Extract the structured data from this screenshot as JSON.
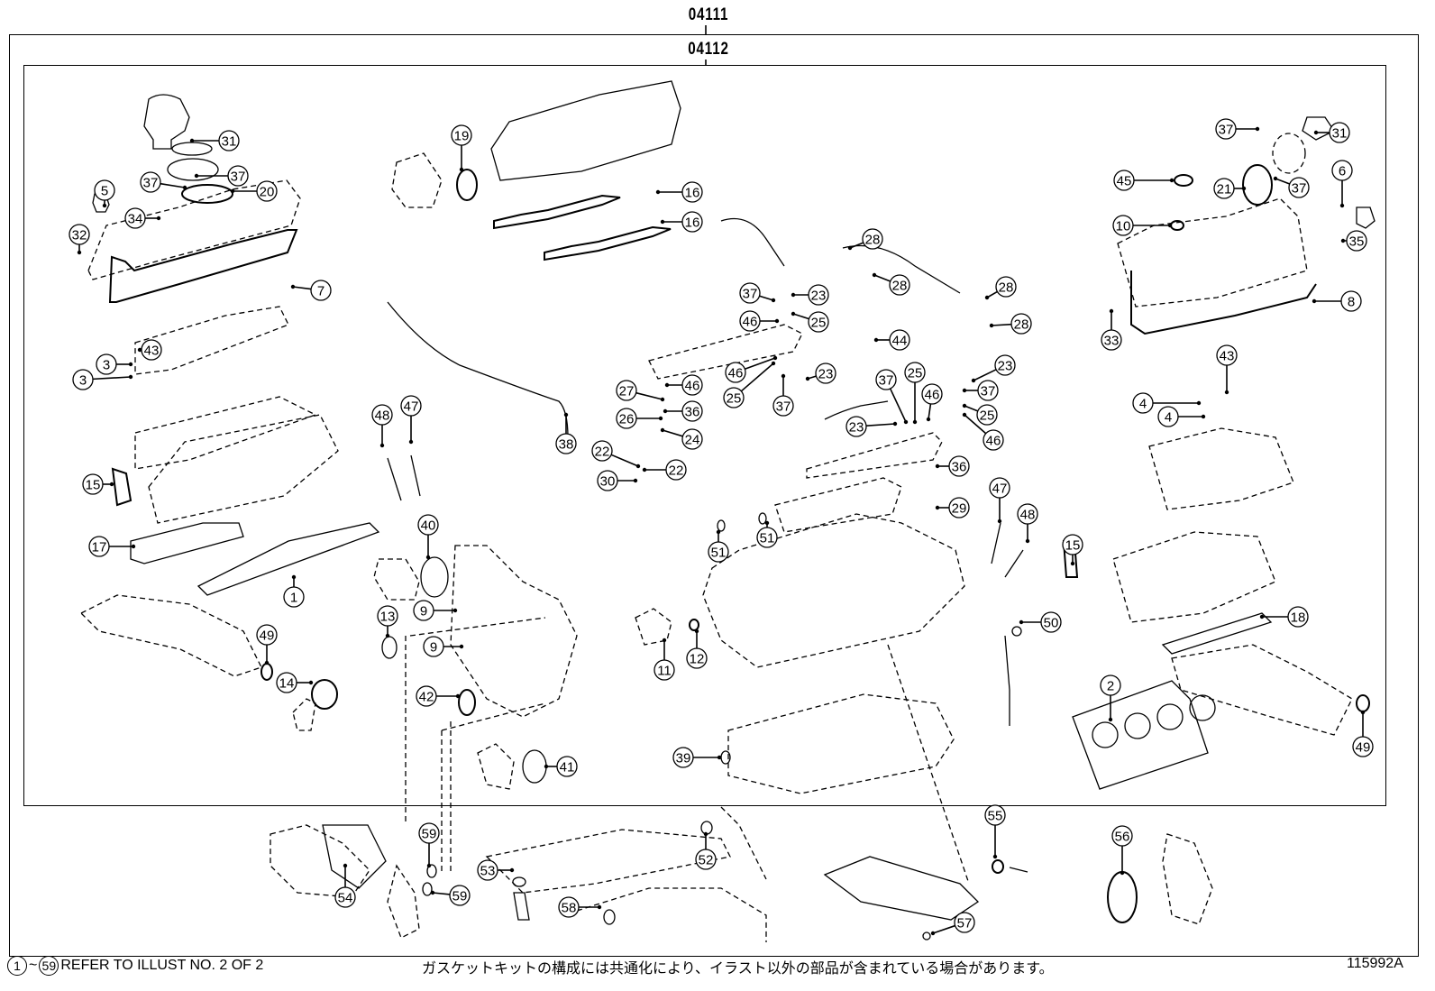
{
  "diagram": {
    "top_group_code": "04111",
    "sub_group_code": "04112",
    "footer": {
      "range_start": "1",
      "range_separator": "~",
      "range_end": "59",
      "refer_text": "REFER TO ILLUST NO. 2 OF 2",
      "japanese_note": "ガスケットキットの構成には共通化により、イラスト以外の部品が含まれている場合があります。",
      "illustration_id": "115992A"
    },
    "callouts": [
      {
        "id": "c31a",
        "label": "31"
      },
      {
        "id": "c37a",
        "label": "37"
      },
      {
        "id": "c37b",
        "label": "37"
      },
      {
        "id": "c20",
        "label": "20"
      },
      {
        "id": "c5",
        "label": "5"
      },
      {
        "id": "c34",
        "label": "34"
      },
      {
        "id": "c32",
        "label": "32"
      },
      {
        "id": "c7",
        "label": "7"
      },
      {
        "id": "c43a",
        "label": "43"
      },
      {
        "id": "c3a",
        "label": "3"
      },
      {
        "id": "c3b",
        "label": "3"
      },
      {
        "id": "c15a",
        "label": "15"
      },
      {
        "id": "c17",
        "label": "17"
      },
      {
        "id": "c1",
        "label": "1"
      },
      {
        "id": "c49a",
        "label": "49"
      },
      {
        "id": "c14",
        "label": "14"
      },
      {
        "id": "c48a",
        "label": "48"
      },
      {
        "id": "c47a",
        "label": "47"
      },
      {
        "id": "c40",
        "label": "40"
      },
      {
        "id": "c13",
        "label": "13"
      },
      {
        "id": "c9a",
        "label": "9"
      },
      {
        "id": "c9b",
        "label": "9"
      },
      {
        "id": "c42",
        "label": "42"
      },
      {
        "id": "c41",
        "label": "41"
      },
      {
        "id": "c19",
        "label": "19"
      },
      {
        "id": "c16a",
        "label": "16"
      },
      {
        "id": "c16b",
        "label": "16"
      },
      {
        "id": "c38",
        "label": "38"
      },
      {
        "id": "c37c",
        "label": "37"
      },
      {
        "id": "c23a",
        "label": "23"
      },
      {
        "id": "c46a",
        "label": "46"
      },
      {
        "id": "c25a",
        "label": "25"
      },
      {
        "id": "c27",
        "label": "27"
      },
      {
        "id": "c46b",
        "label": "46"
      },
      {
        "id": "c26",
        "label": "26"
      },
      {
        "id": "c36a",
        "label": "36"
      },
      {
        "id": "c24",
        "label": "24"
      },
      {
        "id": "c22a",
        "label": "22"
      },
      {
        "id": "c22b",
        "label": "22"
      },
      {
        "id": "c30",
        "label": "30"
      },
      {
        "id": "c46c",
        "label": "46"
      },
      {
        "id": "c25b",
        "label": "25"
      },
      {
        "id": "c37d",
        "label": "37"
      },
      {
        "id": "c23b",
        "label": "23"
      },
      {
        "id": "c44",
        "label": "44"
      },
      {
        "id": "c28a",
        "label": "28"
      },
      {
        "id": "c28b",
        "label": "28"
      },
      {
        "id": "c28c",
        "label": "28"
      },
      {
        "id": "c28d",
        "label": "28"
      },
      {
        "id": "c23c",
        "label": "23"
      },
      {
        "id": "c37e",
        "label": "37"
      },
      {
        "id": "c25c",
        "label": "25"
      },
      {
        "id": "c46d",
        "label": "46"
      },
      {
        "id": "c37f",
        "label": "37"
      },
      {
        "id": "c25d",
        "label": "25"
      },
      {
        "id": "c46e",
        "label": "46"
      },
      {
        "id": "c23d",
        "label": "23"
      },
      {
        "id": "c36b",
        "label": "36"
      },
      {
        "id": "c29",
        "label": "29"
      },
      {
        "id": "c47b",
        "label": "47"
      },
      {
        "id": "c48b",
        "label": "48"
      },
      {
        "id": "c51a",
        "label": "51"
      },
      {
        "id": "c51b",
        "label": "51"
      },
      {
        "id": "c11",
        "label": "11"
      },
      {
        "id": "c12",
        "label": "12"
      },
      {
        "id": "c39",
        "label": "39"
      },
      {
        "id": "c50",
        "label": "50"
      },
      {
        "id": "c15b",
        "label": "15"
      },
      {
        "id": "c18",
        "label": "18"
      },
      {
        "id": "c2",
        "label": "2"
      },
      {
        "id": "c49b",
        "label": "49"
      },
      {
        "id": "c37g",
        "label": "37"
      },
      {
        "id": "c31b",
        "label": "31"
      },
      {
        "id": "c45",
        "label": "45"
      },
      {
        "id": "c21",
        "label": "21"
      },
      {
        "id": "c37h",
        "label": "37"
      },
      {
        "id": "c6",
        "label": "6"
      },
      {
        "id": "c10",
        "label": "10"
      },
      {
        "id": "c35",
        "label": "35"
      },
      {
        "id": "c33",
        "label": "33"
      },
      {
        "id": "c8",
        "label": "8"
      },
      {
        "id": "c4a",
        "label": "4"
      },
      {
        "id": "c4b",
        "label": "4"
      },
      {
        "id": "c43b",
        "label": "43"
      },
      {
        "id": "c54",
        "label": "54"
      },
      {
        "id": "c59a",
        "label": "59"
      },
      {
        "id": "c59b",
        "label": "59"
      },
      {
        "id": "c53",
        "label": "53"
      },
      {
        "id": "c52",
        "label": "52"
      },
      {
        "id": "c58",
        "label": "58"
      },
      {
        "id": "c55",
        "label": "55"
      },
      {
        "id": "c57",
        "label": "57"
      },
      {
        "id": "c56",
        "label": "56"
      }
    ]
  }
}
